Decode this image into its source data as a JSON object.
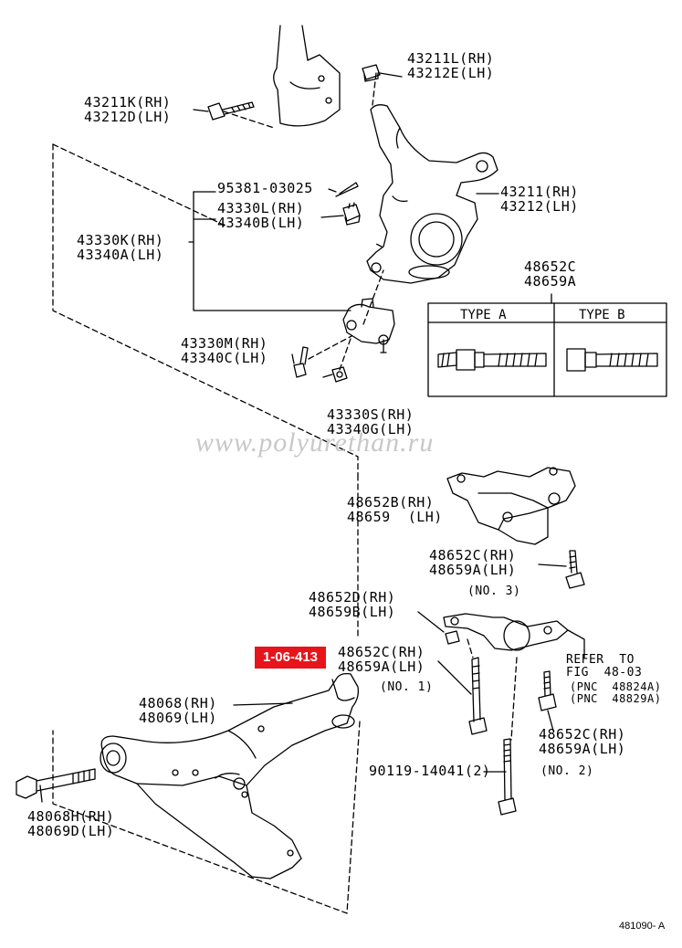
{
  "watermark": "www.polyurethan.ru",
  "highlight_badge": "1-06-413",
  "figure_number": "481090- A",
  "type_box": {
    "type_a": "TYPE  A",
    "type_b": "TYPE  B"
  },
  "labels": {
    "p43211L": [
      "43211L(RH)",
      "43212E(LH)"
    ],
    "p43211K": [
      "43211K(RH)",
      "43212D(LH)"
    ],
    "p95381": "95381-03025",
    "p43330L": [
      "43330L(RH)",
      "43340B(LH)"
    ],
    "p43330K": [
      "43330K(RH)",
      "43340A(LH)"
    ],
    "p43211": [
      "43211(RH)",
      "43212(LH)"
    ],
    "p48652C_top": [
      "48652C",
      "48659A"
    ],
    "p43330M": [
      "43330M(RH)",
      "43340C(LH)"
    ],
    "p43330S": [
      "43330S(RH)",
      "43340G(LH)"
    ],
    "p48652B": [
      "48652B(RH)",
      "48659  (LH)"
    ],
    "p48652C_no3": [
      "48652C(RH)",
      "48659A(LH)"
    ],
    "no3": "(NO. 3)",
    "p48652D": [
      "48652D(RH)",
      "48659B(LH)"
    ],
    "p48652C_no1": [
      "48652C(RH)",
      "48659A(LH)"
    ],
    "no1": "(NO. 1)",
    "refer": [
      "REFER  TO",
      "FIG  48-03"
    ],
    "pnc": [
      "(PNC  48824A)",
      "(PNC  48829A)"
    ],
    "p48068": [
      "48068(RH)",
      "48069(LH)"
    ],
    "p48652C_no2": [
      "48652C(RH)",
      "48659A(LH)"
    ],
    "p90119": "90119-14041(2)",
    "no2": "(NO. 2)",
    "p48068H": [
      "48068H(RH)",
      "48069D(LH)"
    ]
  }
}
